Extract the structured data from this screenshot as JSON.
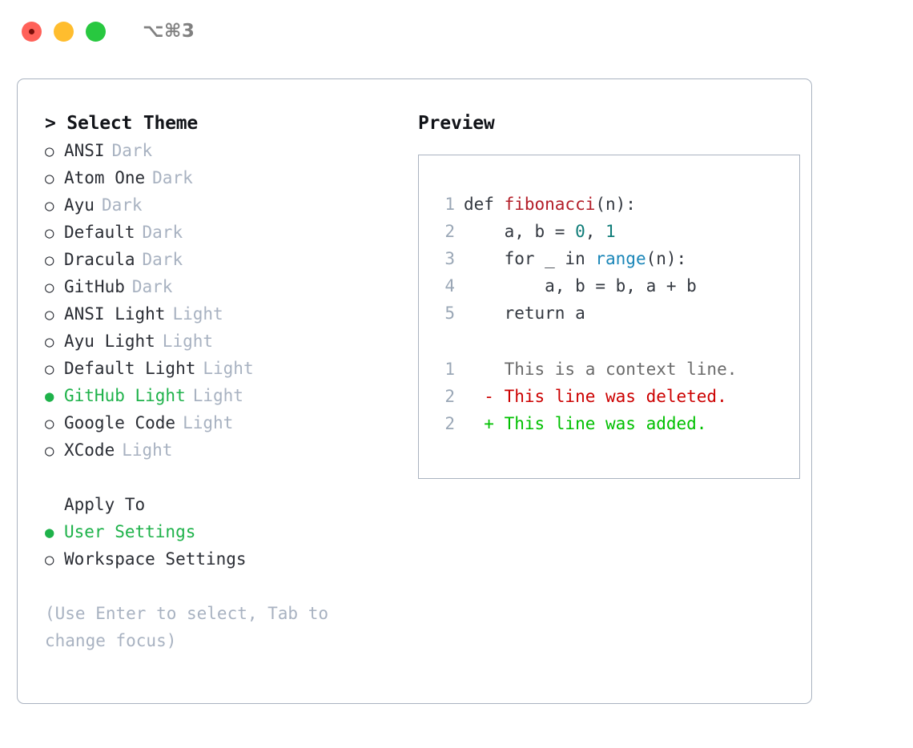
{
  "titlebar": {
    "shortcut": "⌥⌘3",
    "lights": [
      {
        "name": "close",
        "color": "#ff6159"
      },
      {
        "name": "minimize",
        "color": "#ffbd2e"
      },
      {
        "name": "maximize",
        "color": "#28c840"
      }
    ]
  },
  "theme_picker": {
    "heading": "> Select Theme",
    "bullet_unselected": "○",
    "bullet_selected": "●",
    "selected_color": "#1eb24a",
    "items": [
      {
        "name": "ANSI",
        "badge": "Dark",
        "selected": false
      },
      {
        "name": "Atom One",
        "badge": "Dark",
        "selected": false
      },
      {
        "name": "Ayu",
        "badge": "Dark",
        "selected": false
      },
      {
        "name": "Default",
        "badge": "Dark",
        "selected": false
      },
      {
        "name": "Dracula",
        "badge": "Dark",
        "selected": false
      },
      {
        "name": "GitHub",
        "badge": "Dark",
        "selected": false
      },
      {
        "name": "ANSI Light",
        "badge": "Light",
        "selected": false
      },
      {
        "name": "Ayu Light",
        "badge": "Light",
        "selected": false
      },
      {
        "name": "Default Light",
        "badge": "Light",
        "selected": false
      },
      {
        "name": "GitHub Light",
        "badge": "Light",
        "selected": true
      },
      {
        "name": "Google Code",
        "badge": "Light",
        "selected": false
      },
      {
        "name": "XCode",
        "badge": "Light",
        "selected": false
      }
    ]
  },
  "apply_to": {
    "heading": "Apply To",
    "items": [
      {
        "name": "User Settings",
        "selected": true
      },
      {
        "name": "Workspace Settings",
        "selected": false
      }
    ]
  },
  "hint": "(Use Enter to select, Tab to change focus)",
  "preview": {
    "heading": "Preview",
    "code_lines": [
      {
        "lineno": "1",
        "tokens": [
          {
            "text": "def ",
            "cls": "tok-plain"
          },
          {
            "text": "fibonacci",
            "cls": "tok-fn"
          },
          {
            "text": "(n):",
            "cls": "tok-plain"
          }
        ]
      },
      {
        "lineno": "2",
        "tokens": [
          {
            "text": "    a, b = ",
            "cls": "tok-plain"
          },
          {
            "text": "0",
            "cls": "tok-num"
          },
          {
            "text": ", ",
            "cls": "tok-plain"
          },
          {
            "text": "1",
            "cls": "tok-num"
          }
        ]
      },
      {
        "lineno": "3",
        "tokens": [
          {
            "text": "    for _ in ",
            "cls": "tok-plain"
          },
          {
            "text": "range",
            "cls": "tok-call"
          },
          {
            "text": "(n):",
            "cls": "tok-plain"
          }
        ]
      },
      {
        "lineno": "4",
        "tokens": [
          {
            "text": "        a, b = b, a + b",
            "cls": "tok-plain"
          }
        ]
      },
      {
        "lineno": "5",
        "tokens": [
          {
            "text": "    return a",
            "cls": "tok-plain"
          }
        ]
      }
    ],
    "diff_lines": [
      {
        "lineno": "1",
        "marker": " ",
        "text": "This is a context line.",
        "kind": "diff-ctx"
      },
      {
        "lineno": "2",
        "marker": "-",
        "text": "This line was deleted.",
        "kind": "diff-del"
      },
      {
        "lineno": "2",
        "marker": "+",
        "text": "This line was added.",
        "kind": "diff-add"
      }
    ]
  }
}
